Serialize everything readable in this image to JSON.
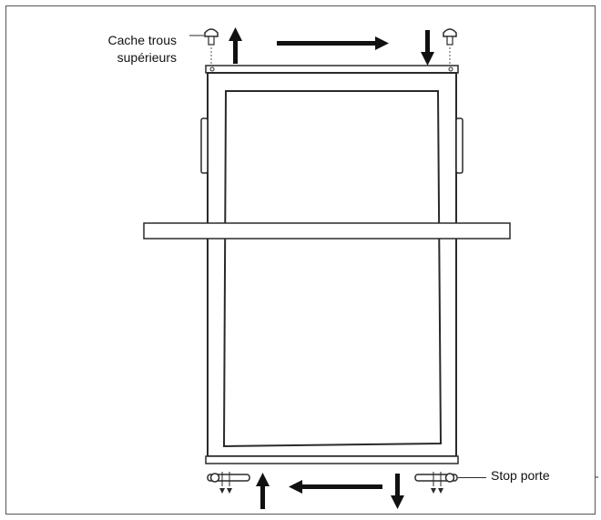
{
  "labels": {
    "top_line1": "Cache trous",
    "top_line2": "supérieurs",
    "bottom": "Stop porte"
  },
  "colors": {
    "line": "#2a2a2a",
    "arrow": "#111111",
    "frame_border": "#555555",
    "background": "#ffffff"
  },
  "icons": [
    "hole-cover-plug-icon",
    "door-stop-icon",
    "arrow-icon"
  ]
}
